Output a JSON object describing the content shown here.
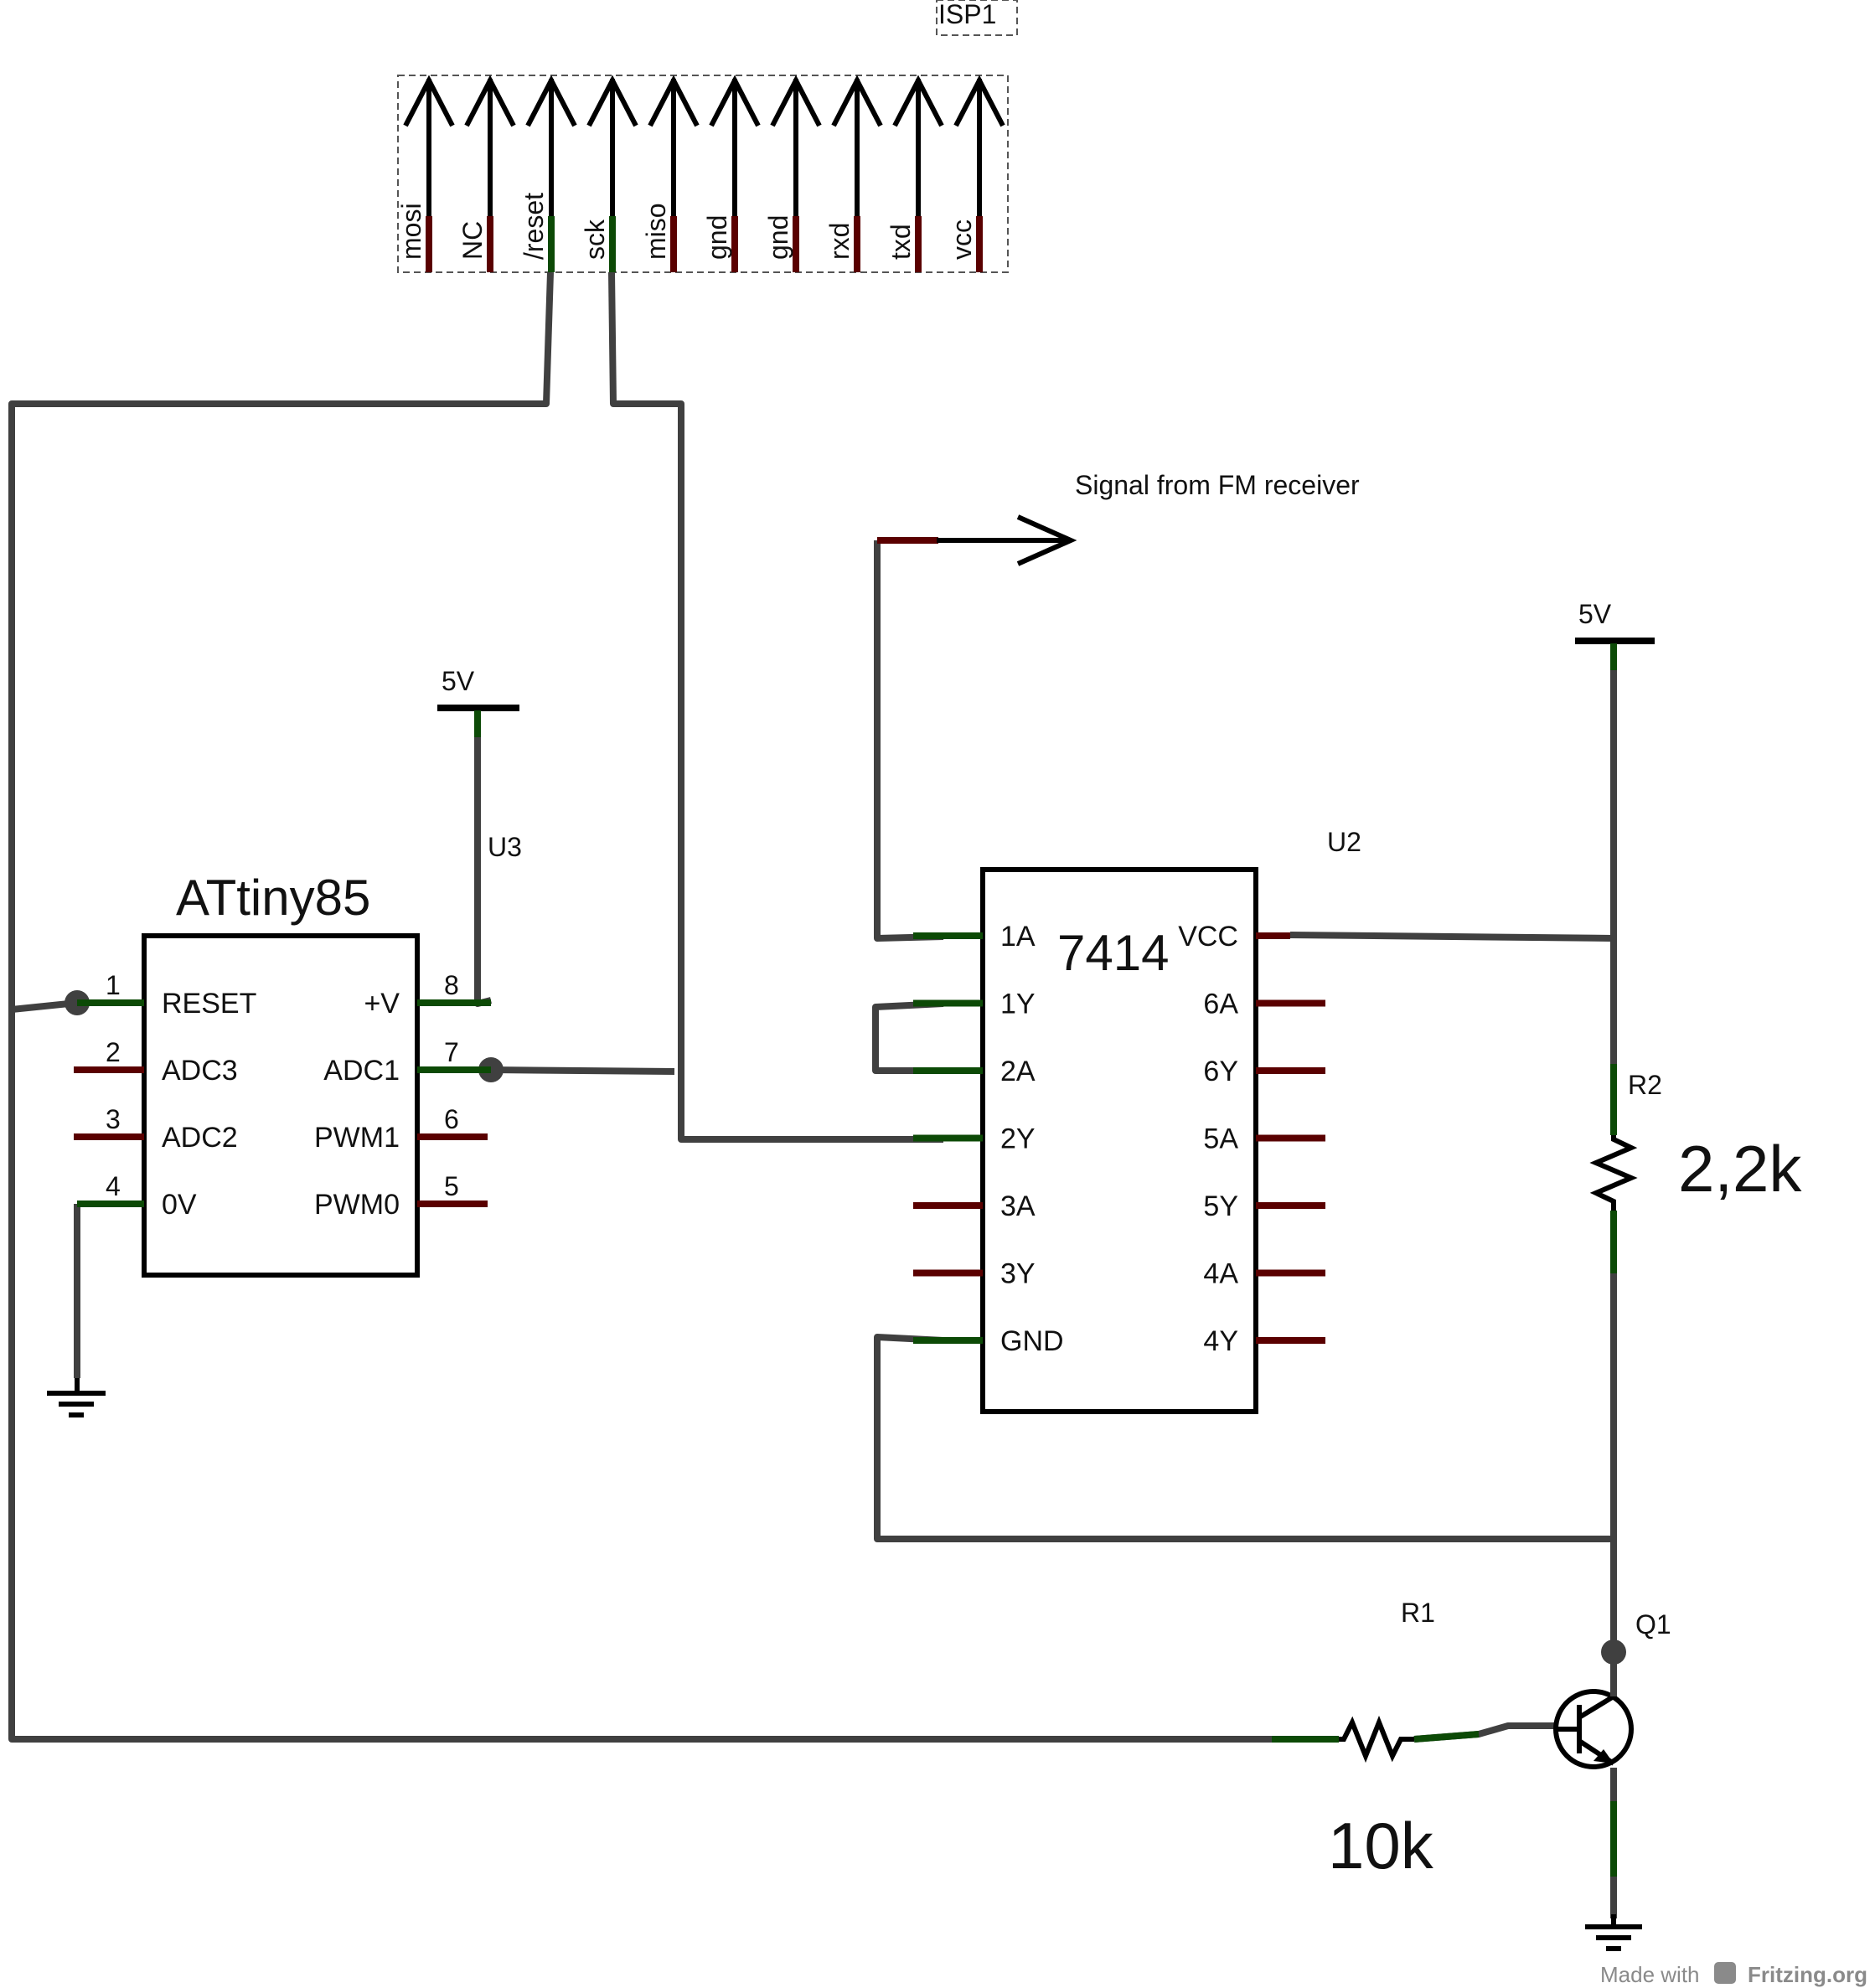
{
  "isp_header": {
    "ref": "ISP1",
    "pins": [
      "mosi",
      "NC",
      "/reset",
      "sck",
      "miso",
      "gnd",
      "gnd",
      "rxd",
      "txd",
      "vcc"
    ]
  },
  "signal_label": "Signal from FM receiver",
  "u3": {
    "ref": "U3",
    "part": "ATtiny85",
    "power_label": "5V",
    "left_pins": [
      {
        "num": "1",
        "name": "RESET"
      },
      {
        "num": "2",
        "name": "ADC3"
      },
      {
        "num": "3",
        "name": "ADC2"
      },
      {
        "num": "4",
        "name": "0V"
      }
    ],
    "right_pins": [
      {
        "num": "8",
        "name": "+V"
      },
      {
        "num": "7",
        "name": "ADC1"
      },
      {
        "num": "6",
        "name": "PWM1"
      },
      {
        "num": "5",
        "name": "PWM0"
      }
    ]
  },
  "u2": {
    "ref": "U2",
    "part": "7414",
    "left_pins": [
      "1A",
      "1Y",
      "2A",
      "2Y",
      "3A",
      "3Y",
      "GND"
    ],
    "right_pins": [
      "VCC",
      "6A",
      "6Y",
      "5A",
      "5Y",
      "4A",
      "4Y"
    ]
  },
  "r2": {
    "ref": "R2",
    "value": "2,2k",
    "power_label": "5V"
  },
  "r1": {
    "ref": "R1",
    "value": "10k"
  },
  "q1": {
    "ref": "Q1"
  },
  "footer": {
    "made_with": "Made with",
    "brand": "Fritzing.org"
  },
  "colors": {
    "wire": "#404040",
    "pin_unconnected": "#5a0000",
    "pin_connected": "#0c4a06"
  }
}
